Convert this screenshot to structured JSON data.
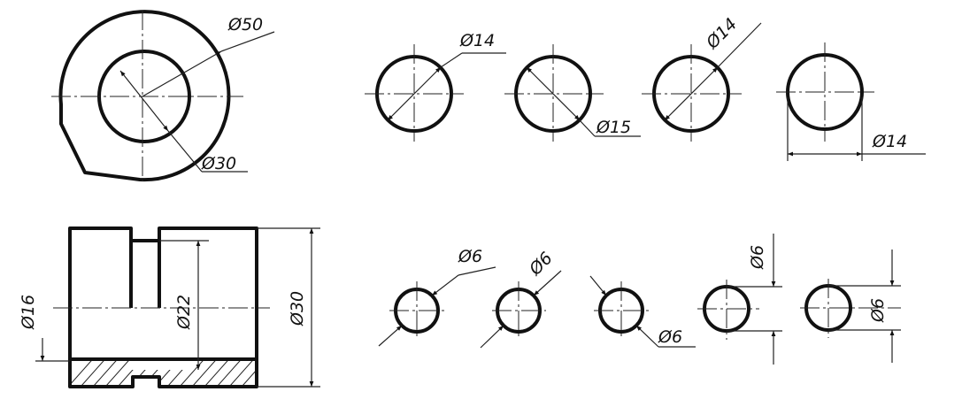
{
  "labels": {
    "outer_dia_50": "Ø50",
    "inner_dia_30": "Ø30",
    "c1_dia": "Ø14",
    "c2_dia": "Ø15",
    "c3_dia": "Ø14",
    "c4_dia": "Ø14",
    "section_dia_16": "Ø16",
    "section_dia_22": "Ø22",
    "section_dia_30": "Ø30",
    "s1_dia": "Ø6",
    "s2_dia": "Ø6",
    "s3_dia": "Ø6",
    "s4_dia": "Ø6",
    "s5_dia": "Ø6"
  }
}
